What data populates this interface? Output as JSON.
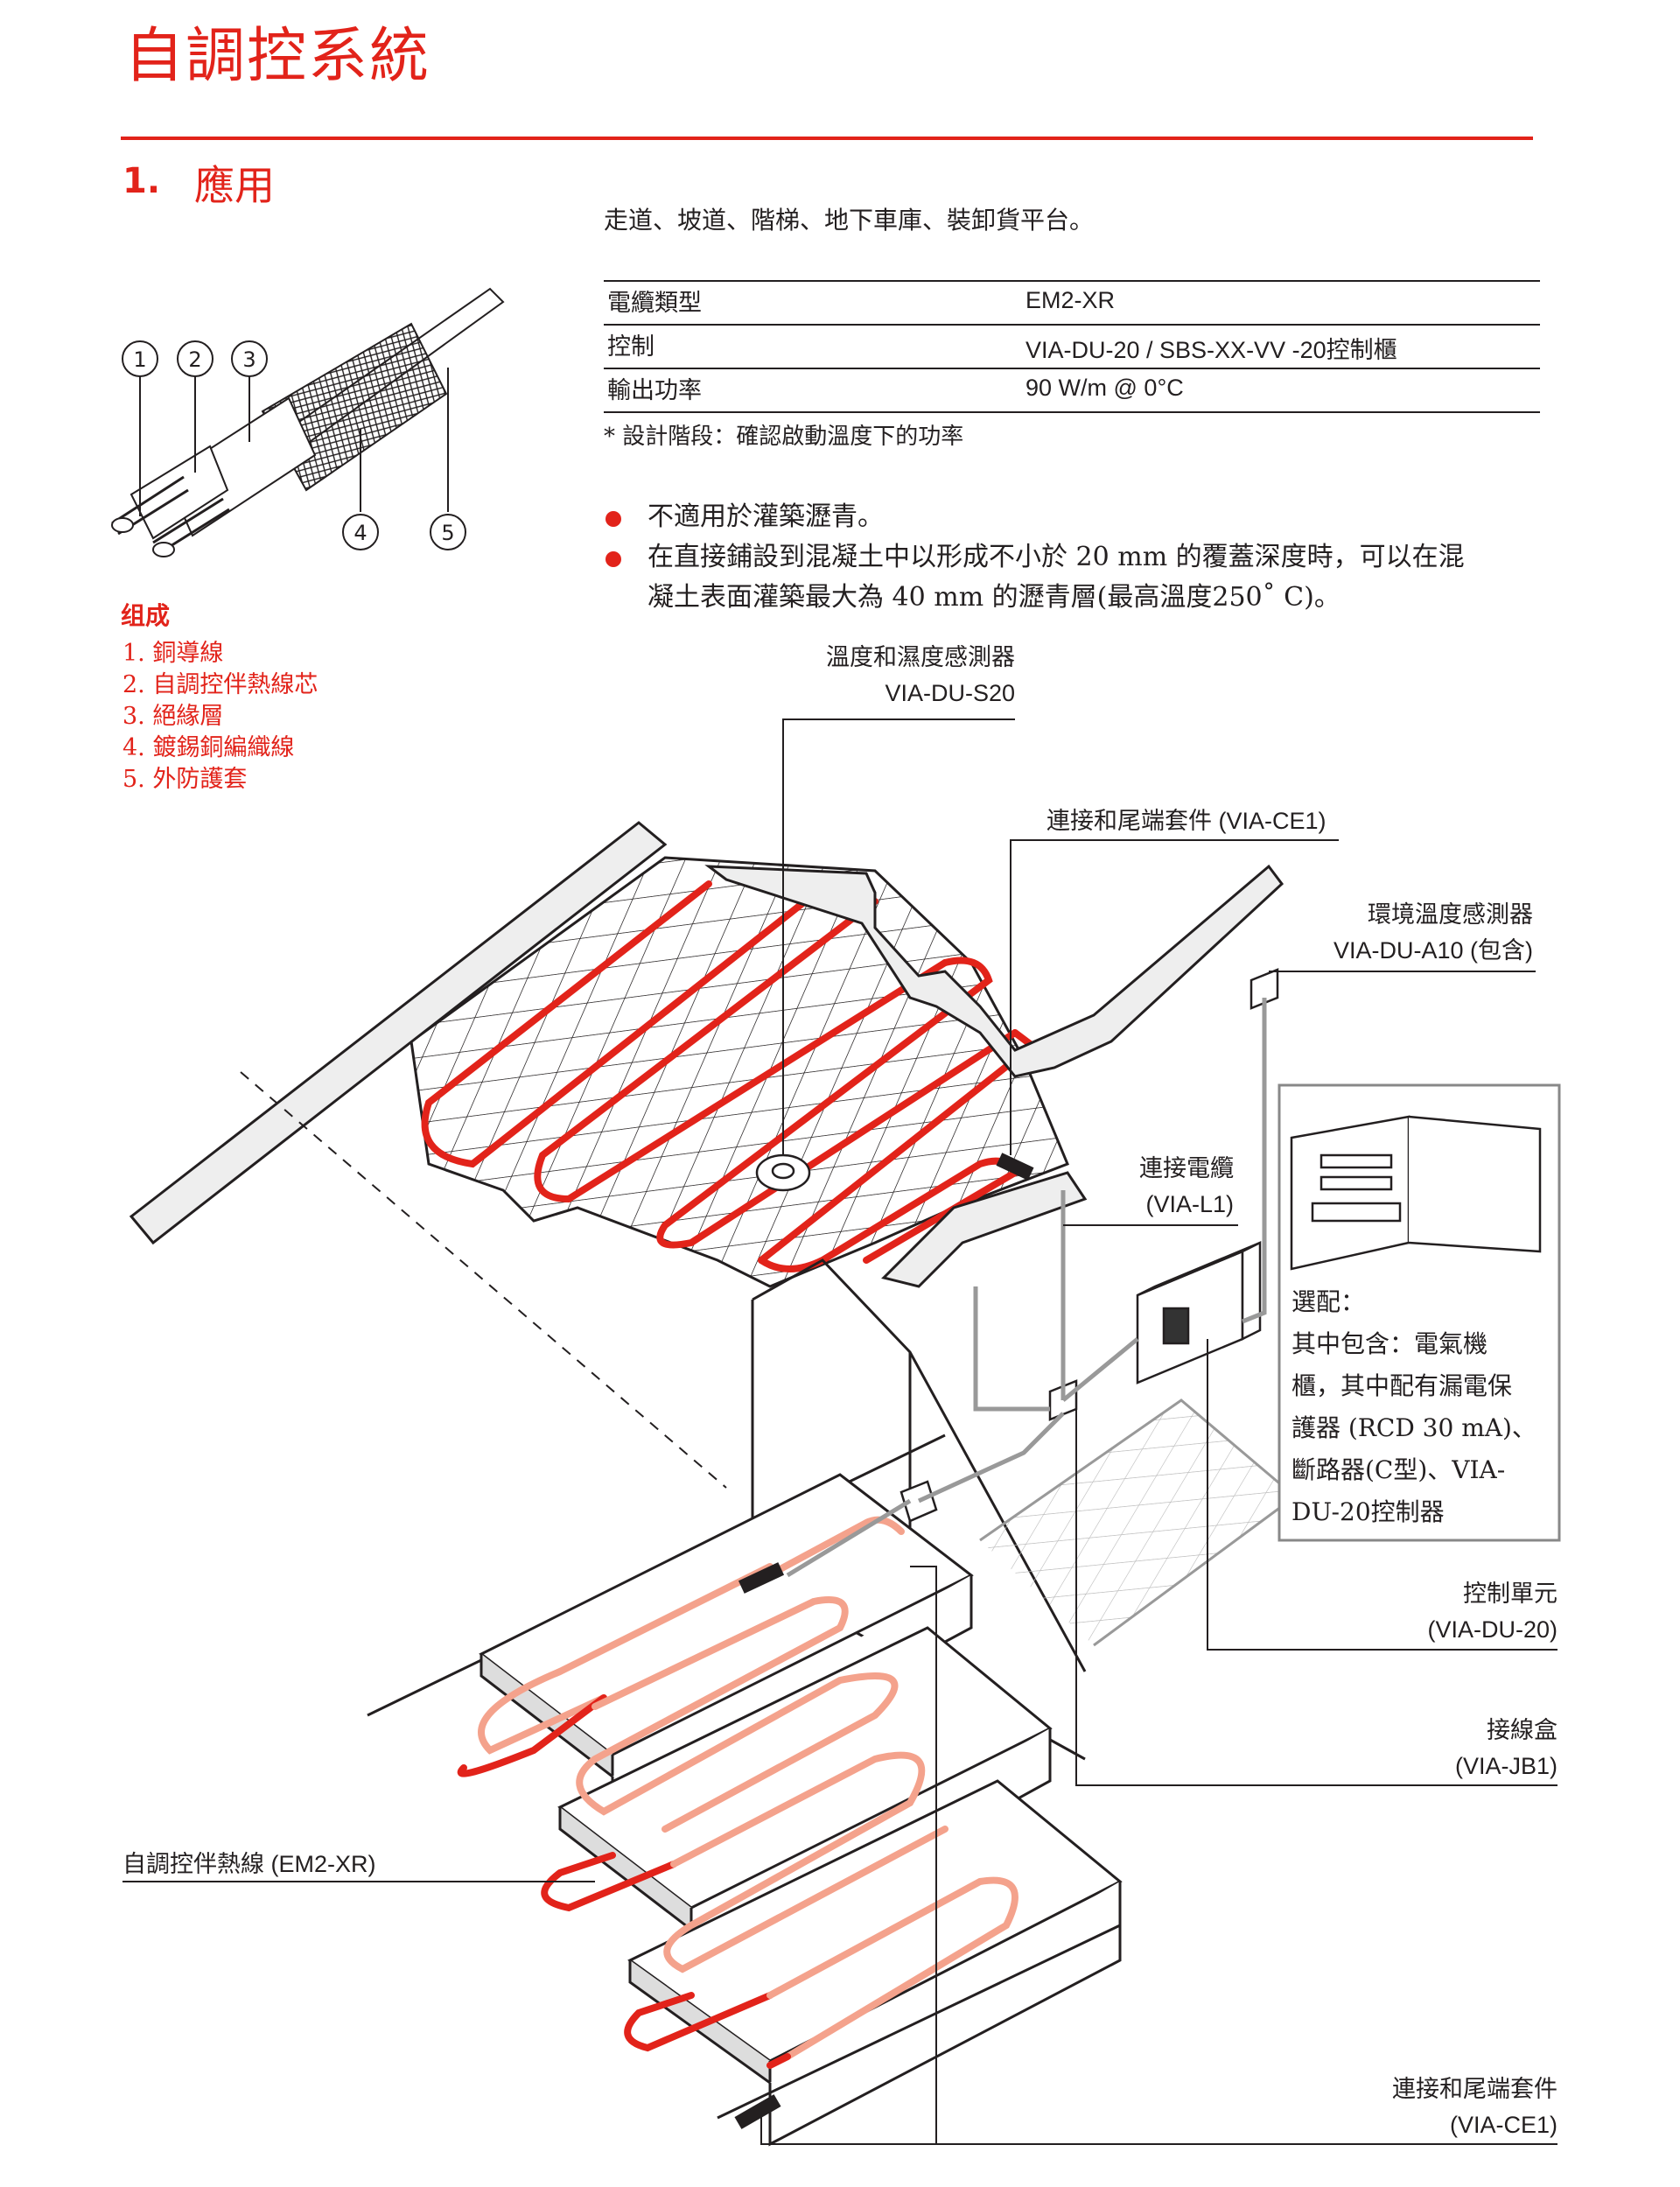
{
  "title": "自調控系統",
  "section": {
    "number": "1.",
    "label": "應用"
  },
  "application": "走道、坡道、階梯、地下車庫、裝卸貨平台。",
  "specs": [
    {
      "label": "電纜類型",
      "value": "EM2-XR"
    },
    {
      "label": "控制",
      "value": "VIA-DU-20 / SBS-XX-VV -20控制櫃"
    },
    {
      "label": "輸出功率",
      "value": "90 W/m @ 0°C"
    }
  ],
  "spec_note": "* 設計階段：確認啟動溫度下的功率",
  "bullets": [
    {
      "lines": [
        "不適用於灌築瀝青。"
      ]
    },
    {
      "lines": [
        "在直接鋪設到混凝土中以形成不小於 20 mm 的覆蓋深度時，可以在混",
        "凝土表面灌築最大為 40 mm 的瀝青層(最高溫度250˚ C)。"
      ]
    }
  ],
  "components": {
    "heading": "组成",
    "items": [
      "1. 銅導線",
      "2. 自調控伴熱線芯",
      "3. 絕緣層",
      "4. 鍍錫銅編織線",
      "5. 外防護套"
    ],
    "markers": [
      "1",
      "2",
      "3",
      "4",
      "5"
    ]
  },
  "callouts": {
    "sensor_name": "溫度和濕度感測器",
    "sensor_code": "VIA-DU-S20",
    "kit_top": "連接和尾端套件 (VIA-CE1)",
    "ambient_name": "環境溫度感測器",
    "ambient_code": "VIA-DU-A10 (包含)",
    "cable_name": "連接電纜",
    "cable_code": "(VIA-L1)",
    "control_name": "控制單元",
    "control_code": "(VIA-DU-20)",
    "jbox_name": "接線盒",
    "jbox_code": "(VIA-JB1)",
    "heating_cable": "自調控伴熱線 (EM2-XR)",
    "kit_bottom_name": "連接和尾端套件",
    "kit_bottom_code": "(VIA-CE1)"
  },
  "optional_box": {
    "lines": [
      "選配：",
      "其中包含：電氣機",
      "櫃，其中配有漏電保",
      "護器 (RCD 30 mA)、",
      "斷路器(C型)、VIA-",
      "DU-20控制器"
    ]
  },
  "colors": {
    "accent": "#e2231a",
    "cable_light": "#f4a28c",
    "text": "#231f20"
  }
}
